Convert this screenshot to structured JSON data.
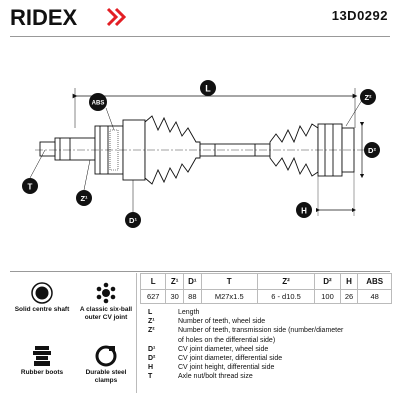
{
  "header": {
    "brand": "RIDEX",
    "part_number": "13D0292"
  },
  "diagram": {
    "labels": {
      "length": "L",
      "abs": "ABS",
      "z2": "Z²",
      "d2": "D²",
      "t": "T",
      "z1": "Z¹",
      "d1": "D¹",
      "h": "H"
    }
  },
  "spec_table": {
    "headers": [
      "L",
      "Z¹",
      "D¹",
      "T",
      "Z²",
      "D²",
      "H",
      "ABS"
    ],
    "values": [
      "627",
      "30",
      "88",
      "M27x1.5",
      "6 - d10.5",
      "100",
      "26",
      "48"
    ]
  },
  "legend": [
    {
      "key": "L",
      "text": "Length"
    },
    {
      "key": "Z¹",
      "text": "Number of teeth, wheel side"
    },
    {
      "key": "Z²",
      "text": "Number of teeth, transmission side (number/diameter"
    },
    {
      "key": "",
      "text": "of holes on the differential side)"
    },
    {
      "key": "D¹",
      "text": "CV joint diameter, wheel side"
    },
    {
      "key": "D²",
      "text": "CV joint diameter, differential side"
    },
    {
      "key": "H",
      "text": "CV joint height, differential side"
    },
    {
      "key": "T",
      "text": "Axle nut/bolt thread size"
    }
  ],
  "features": [
    {
      "label": "Solid centre shaft",
      "icon": "solid-shaft-icon"
    },
    {
      "label": "A classic six-ball outer CV joint",
      "icon": "six-ball-joint-icon"
    },
    {
      "label": "Rubber boots",
      "icon": "rubber-boot-icon"
    },
    {
      "label": "Durable steel clamps",
      "icon": "steel-clamp-icon"
    }
  ]
}
